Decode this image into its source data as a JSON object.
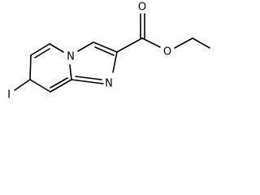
{
  "molecule": {
    "atoms": {
      "iodine": "I",
      "bridgehead_nitrogen": "N",
      "imidazole_nitrogen": "N",
      "carbonyl_oxygen": "O",
      "ester_oxygen": "O"
    }
  }
}
